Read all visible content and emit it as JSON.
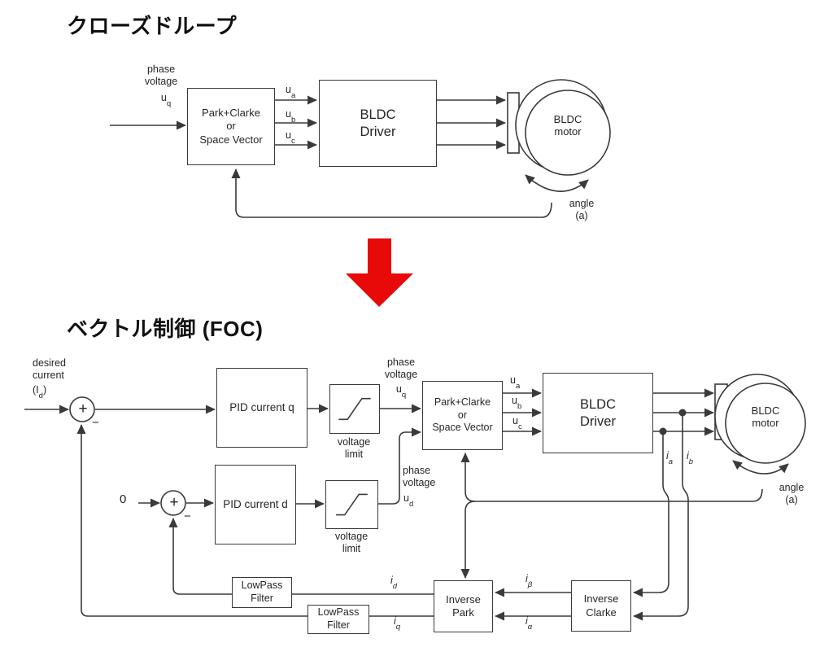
{
  "top": {
    "title": "クローズドループ",
    "phase_voltage": "phase\nvoltage",
    "uq": {
      "m": "u",
      "s": "q"
    },
    "park_clarke": "Park+Clarke\nor\nSpace Vector",
    "ua": {
      "m": "u",
      "s": "a"
    },
    "ub": {
      "m": "u",
      "s": "b"
    },
    "uc": {
      "m": "u",
      "s": "c"
    },
    "driver": "BLDC\nDriver",
    "motor": "BLDC\nmotor",
    "angle": "angle\n(a)"
  },
  "bottom": {
    "title": "ベクトル制御 (FOC)",
    "desired_current": "desired\ncurrent",
    "id_ref": {
      "o": "(I",
      "s": "d",
      "c": ")"
    },
    "zero": "0",
    "plus": "+",
    "minus": "−",
    "pid_q": "PID current q",
    "pid_d": "PID current d",
    "voltage_limit": "voltage\nlimit",
    "phase_voltage": "phase\nvoltage",
    "uq": {
      "m": "u",
      "s": "q"
    },
    "ud": {
      "m": "u",
      "s": "d"
    },
    "park_clarke": "Park+Clarke\nor\nSpace Vector",
    "ua": {
      "m": "u",
      "s": "a"
    },
    "ub": {
      "m": "u",
      "s": "b"
    },
    "uc": {
      "m": "u",
      "s": "c"
    },
    "driver": "BLDC\nDriver",
    "motor": "BLDC\nmotor",
    "angle": "angle\n(a)",
    "ia": {
      "m": "i",
      "s": "a"
    },
    "ib": {
      "m": "i",
      "s": "b"
    },
    "id": {
      "m": "i",
      "s": "d"
    },
    "iq": {
      "m": "i",
      "s": "q"
    },
    "ibeta": {
      "m": "i",
      "s": "β"
    },
    "ialpha": {
      "m": "i",
      "s": "α"
    },
    "lowpass": "LowPass\nFilter",
    "inverse_park": "Inverse\nPark",
    "inverse_clarke": "Inverse\nClarke"
  },
  "colors": {
    "line": "#3a3a3a",
    "red_arrow": "#e80909"
  }
}
